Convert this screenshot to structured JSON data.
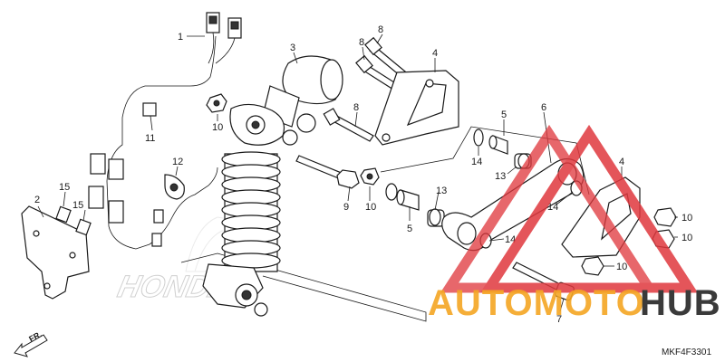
{
  "diagram": {
    "drawing_code": "MKF4F3301",
    "direction_label": "FR.",
    "background_brand": "HONDA",
    "callouts": [
      {
        "id": "c1",
        "label": "1"
      },
      {
        "id": "c2",
        "label": "2"
      },
      {
        "id": "c3",
        "label": "3"
      },
      {
        "id": "c4a",
        "label": "4"
      },
      {
        "id": "c4b",
        "label": "4"
      },
      {
        "id": "c5a",
        "label": "5"
      },
      {
        "id": "c5b",
        "label": "5"
      },
      {
        "id": "c6",
        "label": "6"
      },
      {
        "id": "c7",
        "label": "7"
      },
      {
        "id": "c8a",
        "label": "8"
      },
      {
        "id": "c8b",
        "label": "8"
      },
      {
        "id": "c8c",
        "label": "8"
      },
      {
        "id": "c9",
        "label": "9"
      },
      {
        "id": "c10a",
        "label": "10"
      },
      {
        "id": "c10b",
        "label": "10"
      },
      {
        "id": "c10c",
        "label": "10"
      },
      {
        "id": "c10d",
        "label": "10"
      },
      {
        "id": "c10e",
        "label": "10"
      },
      {
        "id": "c11",
        "label": "11"
      },
      {
        "id": "c12",
        "label": "12"
      },
      {
        "id": "c13a",
        "label": "13"
      },
      {
        "id": "c13b",
        "label": "13"
      },
      {
        "id": "c14a",
        "label": "14"
      },
      {
        "id": "c14b",
        "label": "14"
      },
      {
        "id": "c14c",
        "label": "14"
      },
      {
        "id": "c15a",
        "label": "15"
      },
      {
        "id": "c15b",
        "label": "15"
      }
    ]
  },
  "watermark": {
    "part1": "AUTOMOTO",
    "part2": "HUB",
    "colors": {
      "accent": "#f5a623",
      "dark": "#3a3a3a",
      "triangle": "#e0383e"
    }
  }
}
